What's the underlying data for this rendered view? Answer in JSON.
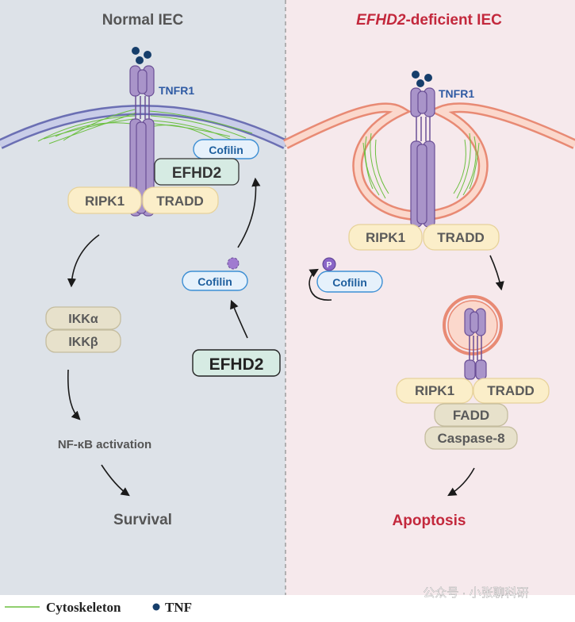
{
  "panels": {
    "left": {
      "title": "Normal IEC"
    },
    "right": {
      "title_italic": "EFHD2",
      "title_rest": "-deficient IEC"
    }
  },
  "labels": {
    "tnfr1": "TNFR1",
    "cofilin": "Cofilin",
    "efhd2": "EFHD2",
    "ripk1": "RIPK1",
    "tradd": "TRADD",
    "ikka": "IKKα",
    "ikkb": "IKKβ",
    "nfkb": "NF-κB activation",
    "survival": "Survival",
    "phospho": "P",
    "fadd": "FADD",
    "caspase8": "Caspase-8",
    "apoptosis": "Apoptosis"
  },
  "legend": {
    "cytoskeleton": "Cytoskeleton",
    "tnf": "TNF"
  },
  "watermark": "公众号 · 小张聊科研",
  "colors": {
    "left_bg": "#dde2e8",
    "right_bg": "#f6e9ec",
    "membrane_left": "#6b6fb3",
    "membrane_right": "#e88a74",
    "receptor": "#a994c9",
    "receptor_stroke": "#6a4f96",
    "cytoskeleton": "#6bbf3f",
    "tnf": "#163e6b",
    "pill_yellow": "#fbeec9",
    "pill_khaki": "#e7e1cb",
    "cofilin_fill": "#e6f1fb",
    "cofilin_stroke": "#3d8fd4",
    "efhd2_fill": "#d6ebe3",
    "apoptosis": "#c3283c",
    "arrow": "#1a1a1a"
  }
}
